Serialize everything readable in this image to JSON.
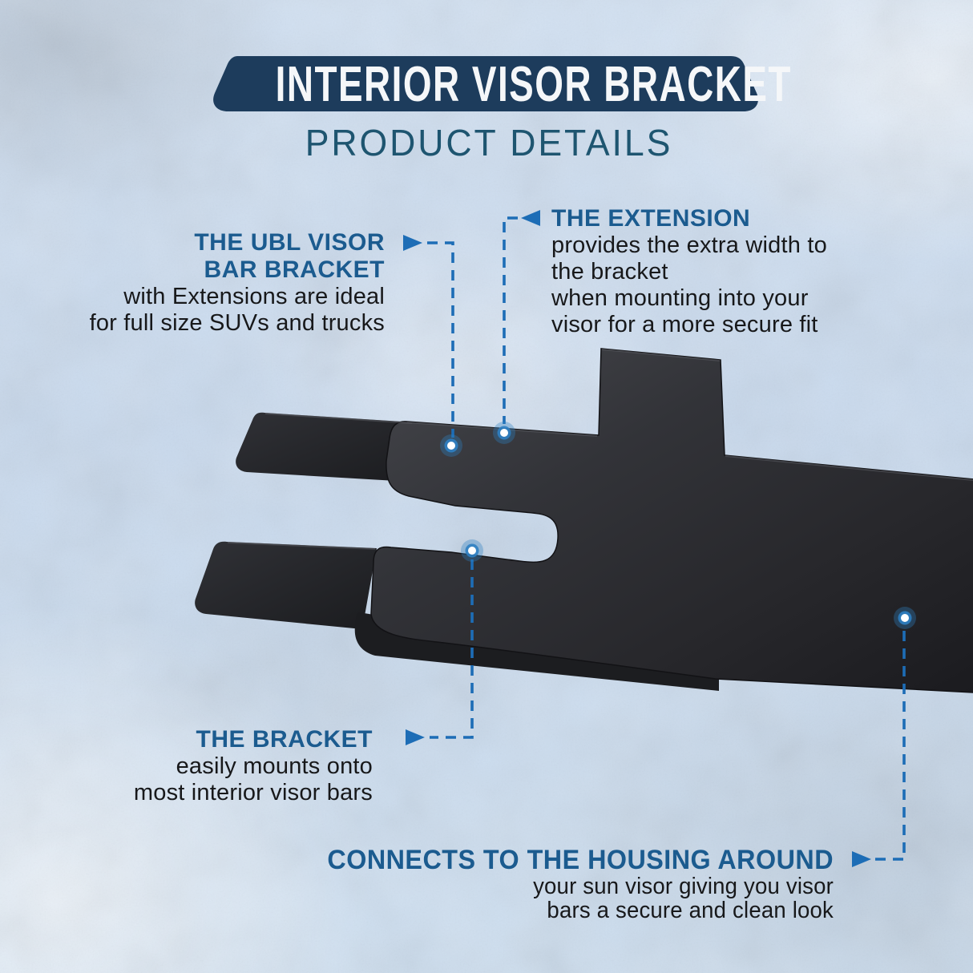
{
  "banner": {
    "title": "INTERIOR VISOR BRACKET",
    "subtitle": "PRODUCT DETAILS"
  },
  "callouts": {
    "ubl": {
      "title1": "THE UBL VISOR",
      "title2": "BAR BRACKET",
      "body1": "with Extensions are ideal",
      "body2": "for full size SUVs and trucks"
    },
    "extension": {
      "title": "THE EXTENSION",
      "body1": "provides the extra width to",
      "body2": "the bracket",
      "body3": "when mounting into your",
      "body4": "visor for a more secure fit"
    },
    "bracket": {
      "title": "THE BRACKET",
      "body1": "easily mounts onto",
      "body2": "most interior visor bars"
    },
    "housing": {
      "title": "CONNECTS TO THE HOUSING AROUND",
      "body1": "your sun visor giving you visor",
      "body2": "bars a secure and clean look"
    }
  },
  "icons": {
    "arrow_right": "right-pointing triangle",
    "arrow_left": "left-pointing triangle",
    "point_marker": "glowing dot marker"
  },
  "product": {
    "subject": "black interior visor bar bracket with extensions"
  },
  "colors": {
    "banner_bg": "#1d3c5c",
    "banner_text": "#f5f7f9",
    "subtitle_blue": "#1e5570",
    "callout_title_blue": "#1b5b8f",
    "body_text": "#17181a",
    "line_blue": "#1d6db6",
    "dot_ring": "#2f80c2",
    "dot_core": "#ffffff",
    "bg_base": "#cbdcee"
  }
}
